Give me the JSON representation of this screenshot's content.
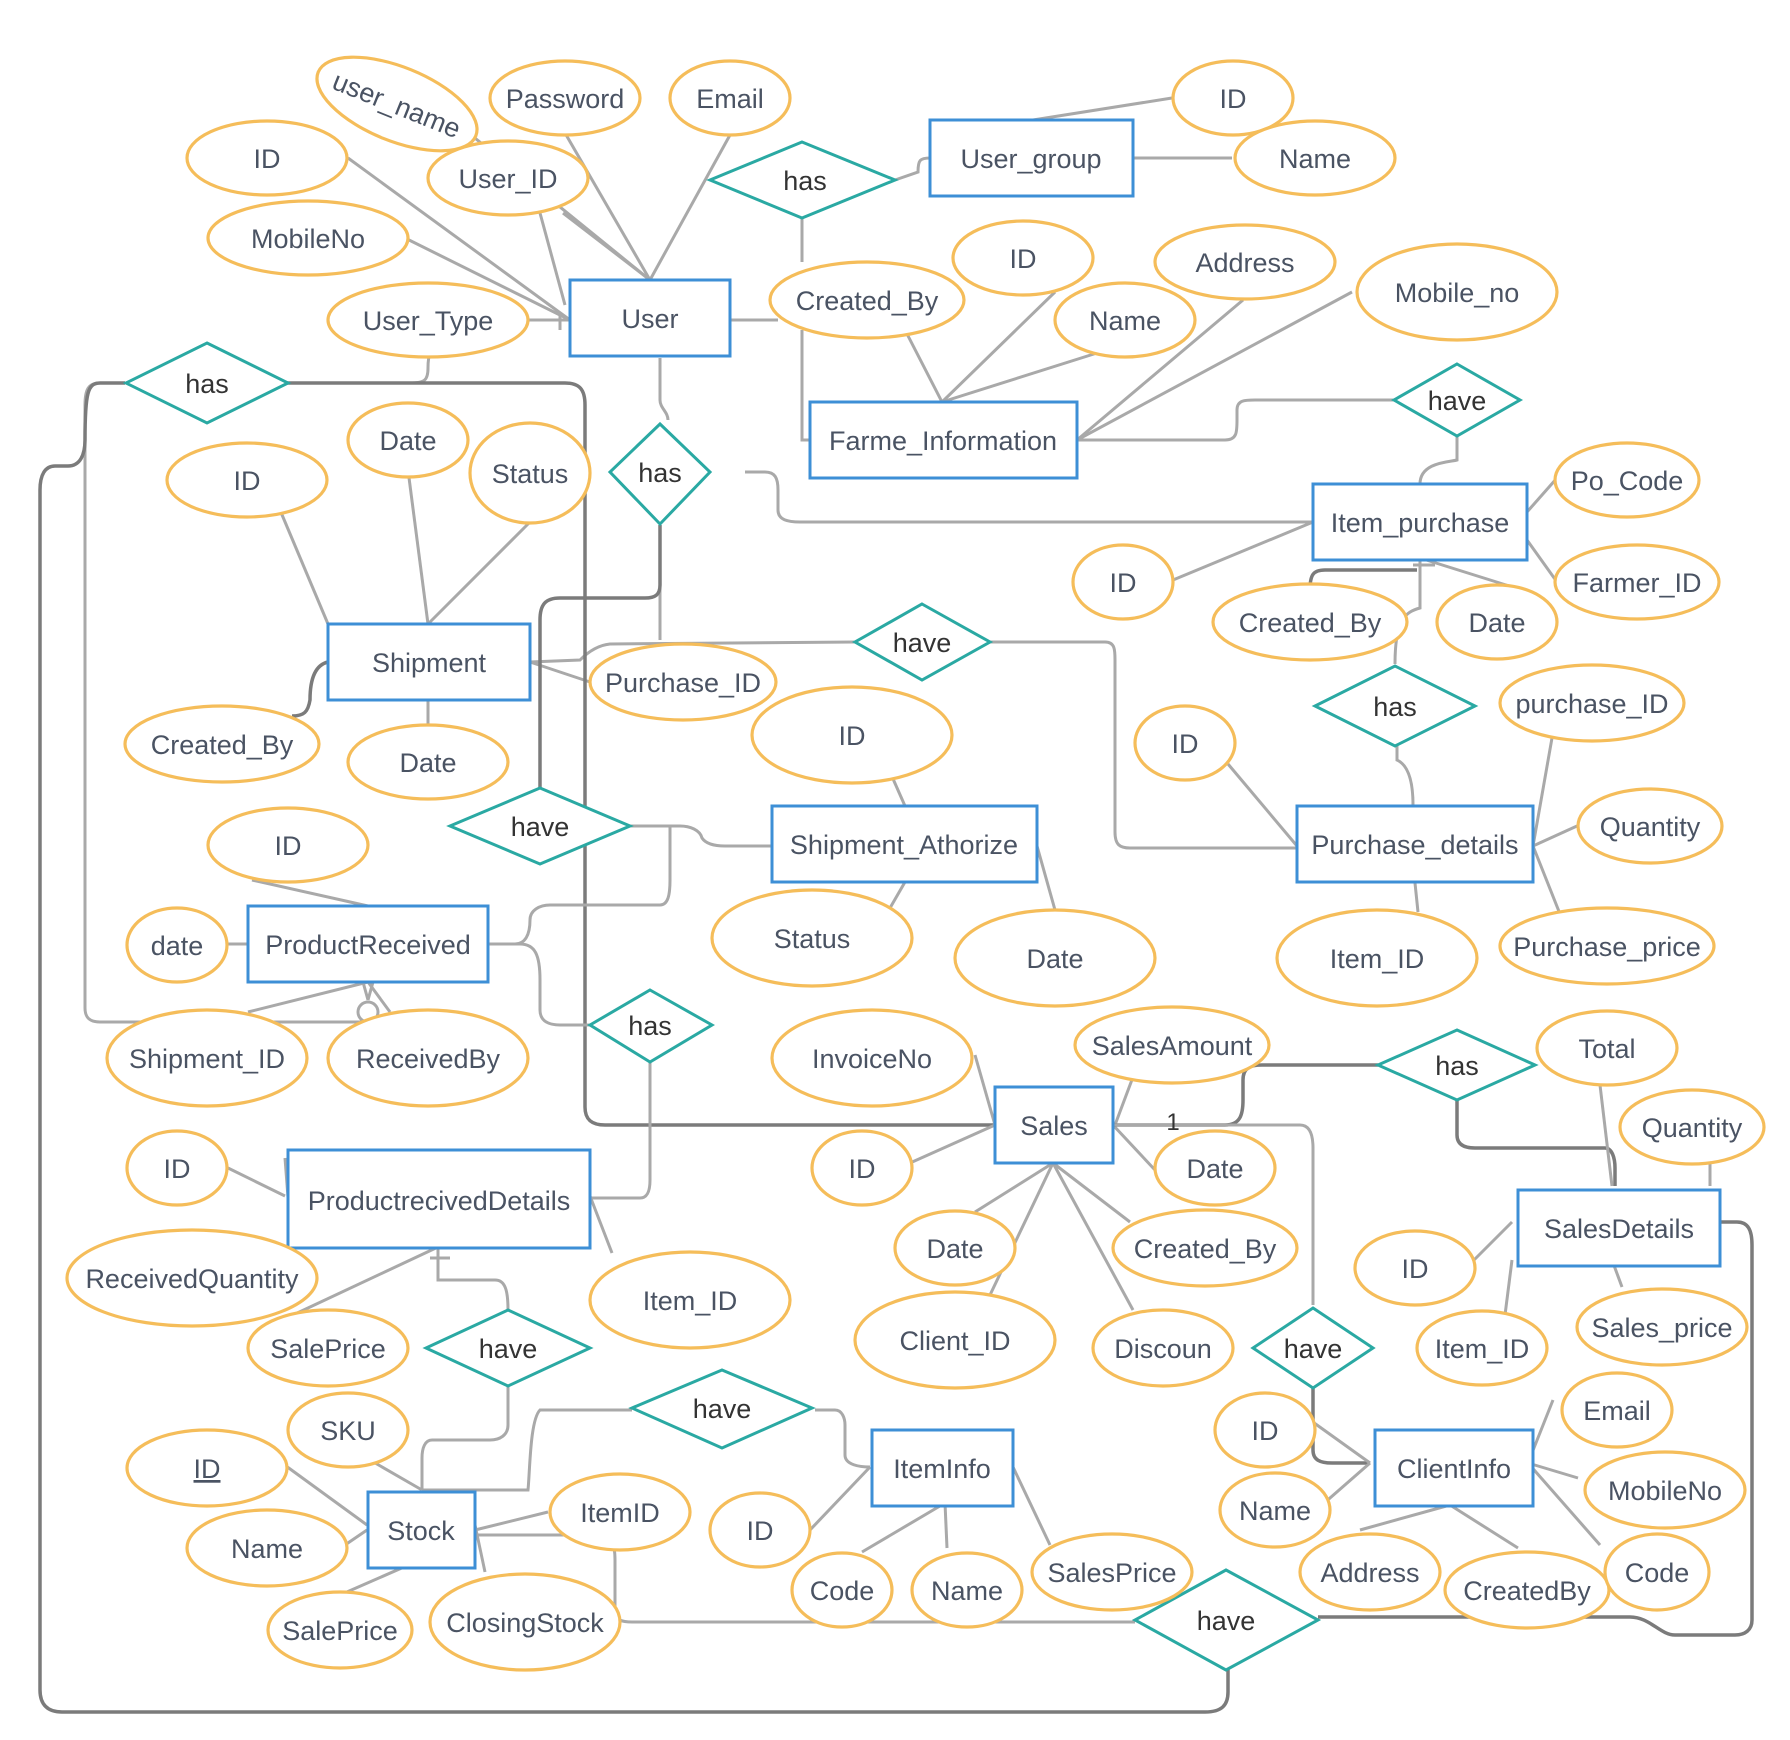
{
  "colors": {
    "entity_border": "#3d8fd6",
    "attribute_border": "#f5bd5a",
    "relationship_border": "#2aa9a3",
    "connector": "#a9a9a9",
    "text": "#4a5363"
  },
  "entities": {
    "user": "User",
    "user_group": "User_group",
    "farme_information": "Farme_Information",
    "item_purchase": "Item_purchase",
    "shipment": "Shipment",
    "shipment_athorize": "Shipment_Athorize",
    "purchase_details": "Purchase_details",
    "product_received": "ProductReceived",
    "sales": "Sales",
    "productrecived_details": "ProductrecivedDetails",
    "sales_details": "SalesDetails",
    "stock": "Stock",
    "item_info": "ItemInfo",
    "client_info": "ClientInfo"
  },
  "relationships": {
    "user_has_group": "has",
    "left_has": "has",
    "user_has": "has",
    "farm_have": "have",
    "shipment_have": "have",
    "purchase_has": "has",
    "received_have": "have",
    "received_has": "has",
    "sales_has": "has",
    "client_have": "have",
    "details_have": "have",
    "item_have": "have",
    "bottom_have": "have"
  },
  "attributes": {
    "user": [
      "user_name",
      "Password",
      "Email",
      "ID",
      "User_ID",
      "MobileNo",
      "User_Type"
    ],
    "user_group": [
      "ID",
      "Name"
    ],
    "farm": [
      "Created_By",
      "ID",
      "Address",
      "Name",
      "Mobile_no"
    ],
    "shipment": [
      "Date",
      "Status",
      "ID",
      "Created_By",
      "Date",
      "Purchase_ID"
    ],
    "item_purchase": [
      "Po_Code",
      "Farmer_ID",
      "ID",
      "Created_By",
      "Date"
    ],
    "shipment_athorize": [
      "ID",
      "Status",
      "Date"
    ],
    "purchase_details": [
      "purchase_ID",
      "ID",
      "Quantity",
      "Item_ID",
      "Purchase_price"
    ],
    "product_received": [
      "ID",
      "date",
      "Shipment_ID",
      "ReceivedBy"
    ],
    "sales": [
      "InvoiceNo",
      "SalesAmount",
      "ID",
      "Date",
      "Date",
      "Created_By",
      "Client_ID",
      "Discoun"
    ],
    "sales_details": [
      "Total",
      "Quantity",
      "ID",
      "Item_ID",
      "Sales_price"
    ],
    "productrecived_details": [
      "ID",
      "ReceivedQuantity",
      "SalePrice",
      "Item_ID"
    ],
    "stock": [
      "SKU",
      "ID",
      "Name",
      "ItemID",
      "SalePrice",
      "ClosingStock"
    ],
    "item_info": [
      "ID",
      "Code",
      "Name",
      "SalesPrice"
    ],
    "client_info": [
      "ID",
      "Name",
      "Email",
      "MobileNo",
      "Address",
      "CreatedBy",
      "Code"
    ]
  },
  "cardinality_label": "1"
}
